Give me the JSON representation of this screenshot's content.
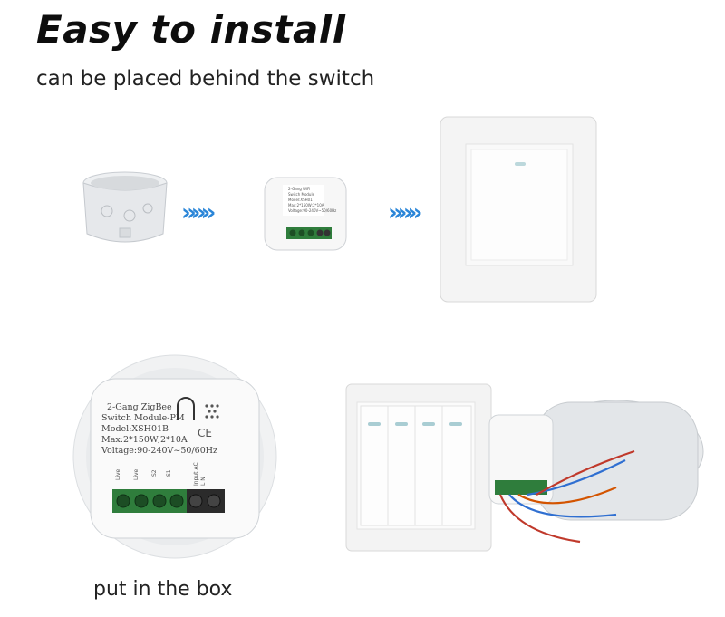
{
  "header": {
    "title": "Easy to install",
    "subtitle": "can be placed behind the switch"
  },
  "flow": {
    "arrow_glyph": "»»»",
    "arrow_color": "#2b86d8"
  },
  "module_label": {
    "line1": "2-Gang ZigBee",
    "line2": "Switch Module-PM",
    "line3": "Model:XSH01B",
    "line4": "Max:2*150W;2*10A",
    "line5": "Voltage:90-240V~50/60Hz",
    "terminal_labels": [
      "Live",
      "Live",
      "S2",
      "S1",
      "Input AC",
      "L  N"
    ],
    "ce_mark": "CE"
  },
  "small_module_label": {
    "line1": "2-Gang WiFi",
    "line2": "Switch Module",
    "line3": "Model:XSH01",
    "line4": "Max:2*150W;2*10A",
    "line5": "Voltage:90-240V~50/60Hz"
  },
  "footer": {
    "caption": "put in the box"
  }
}
